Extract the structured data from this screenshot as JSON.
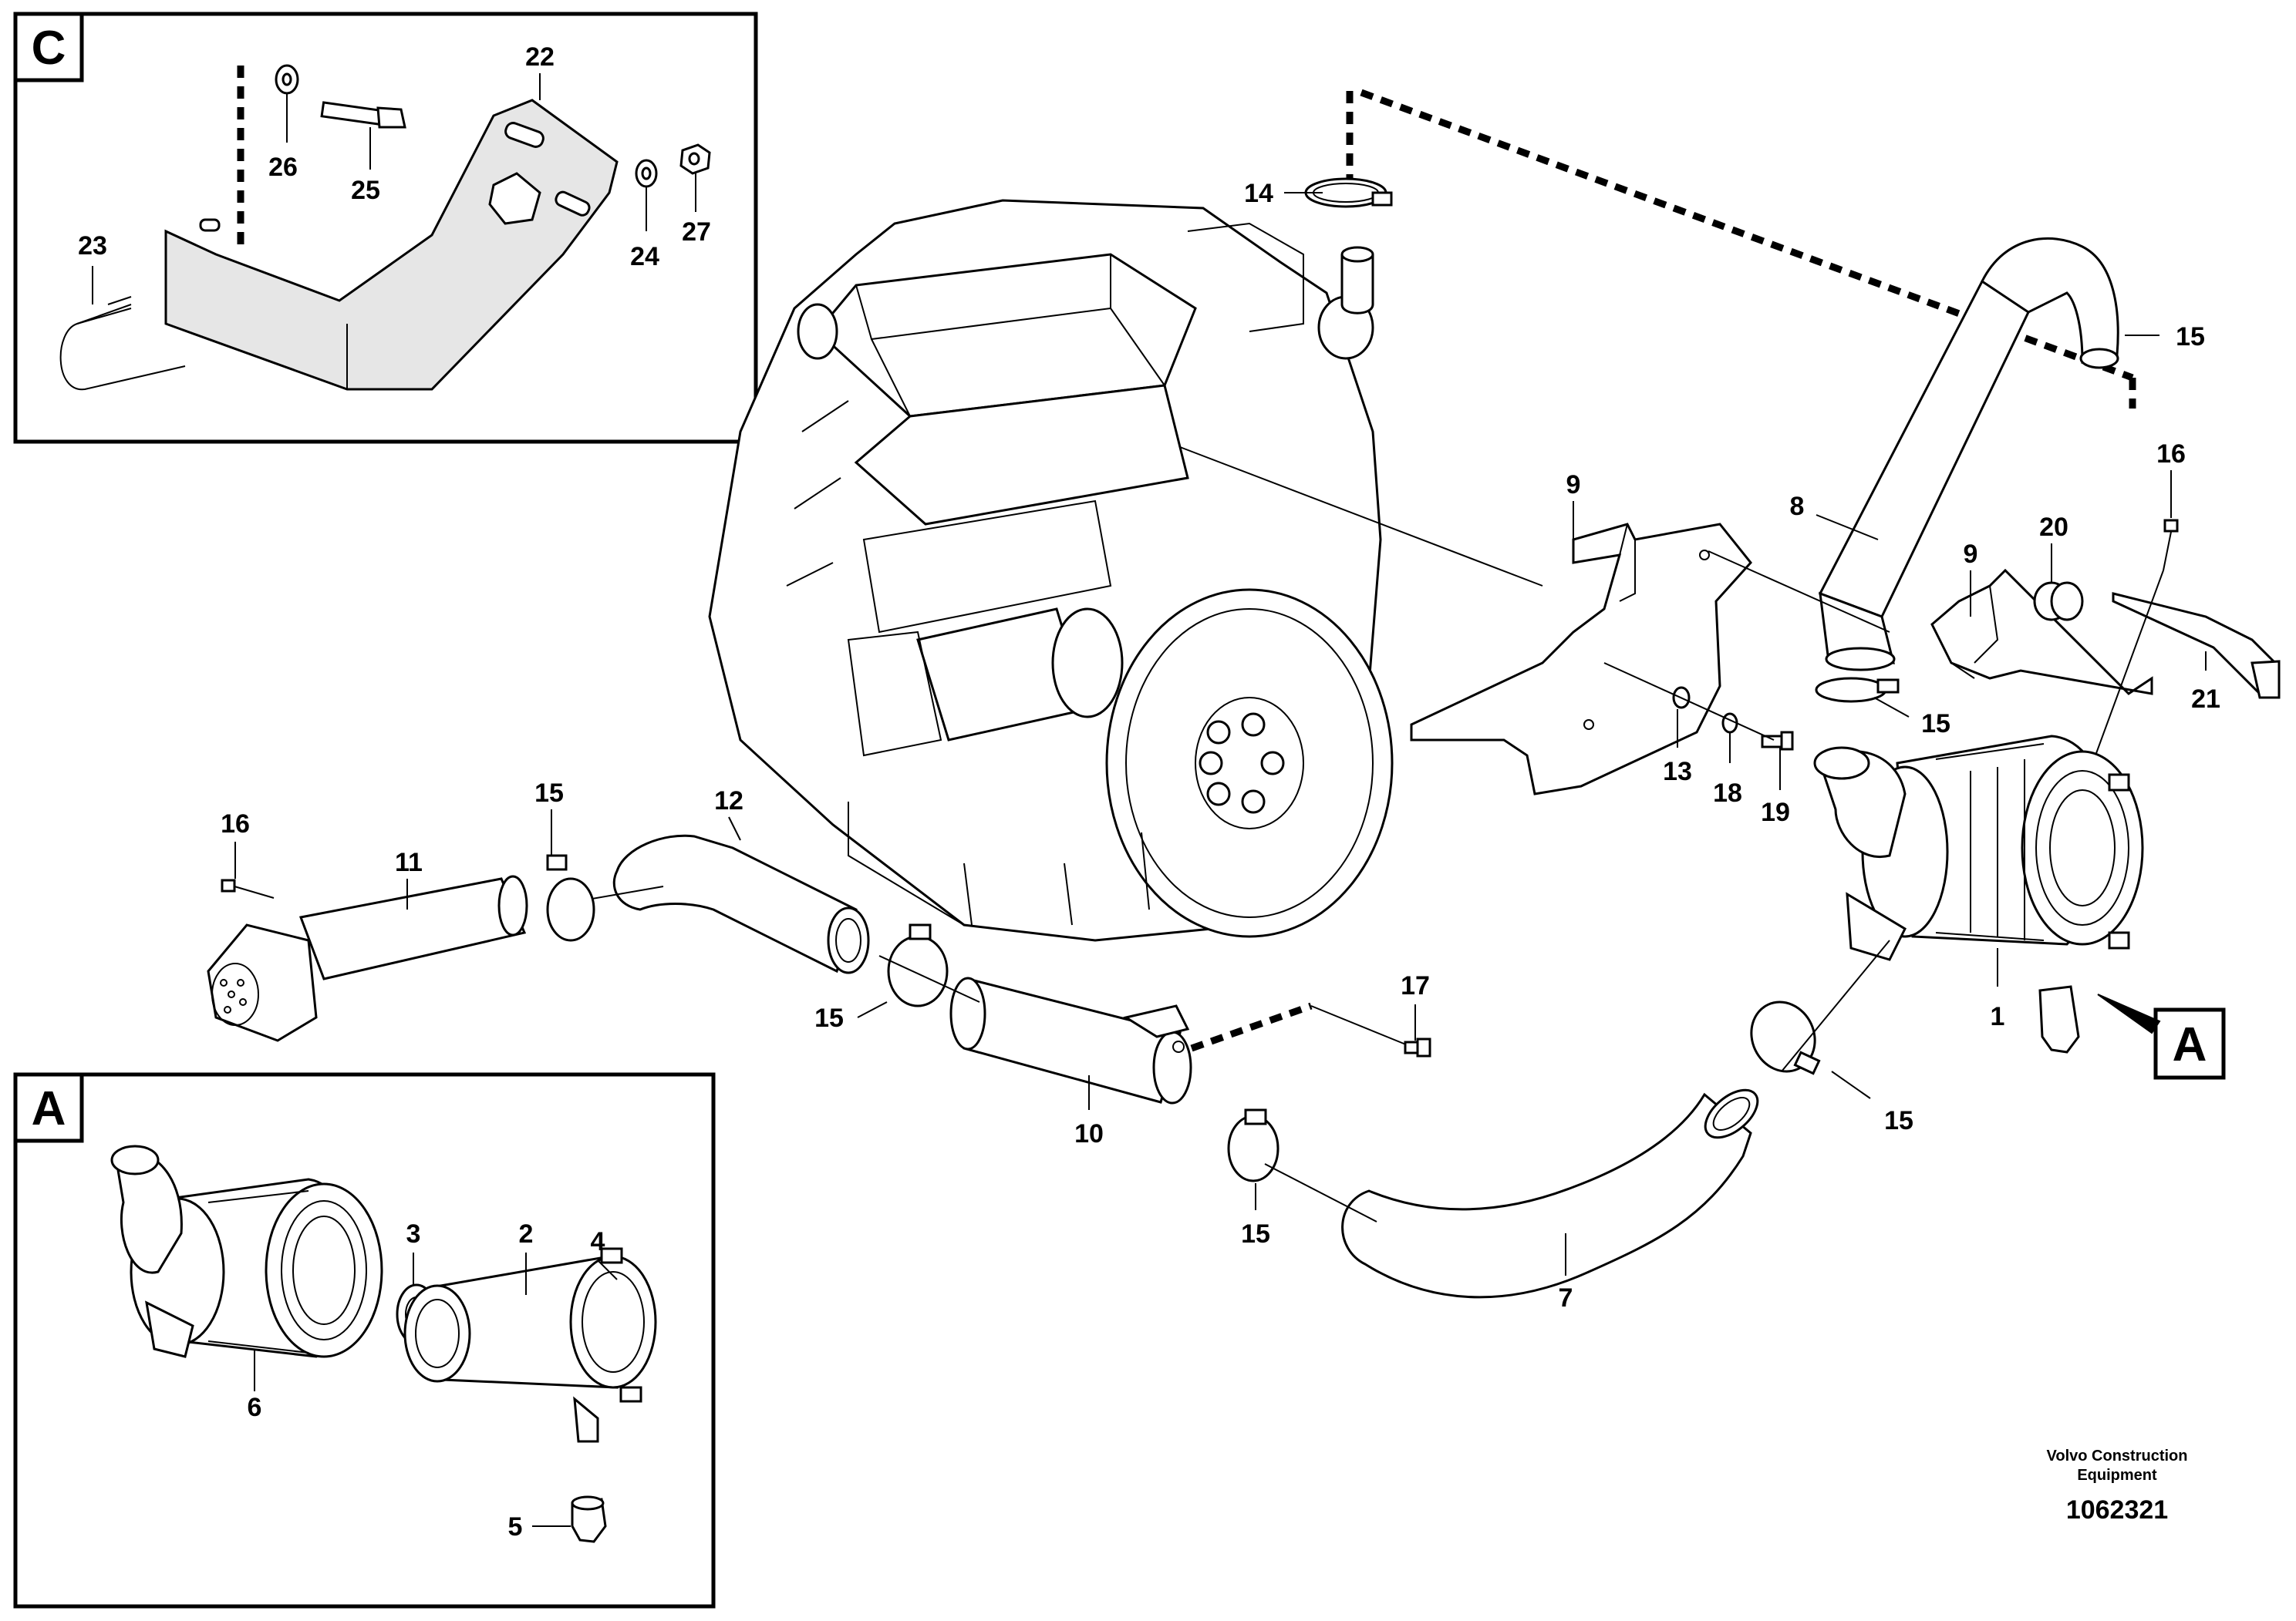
{
  "insets": {
    "c": {
      "letter": "C"
    },
    "a": {
      "letter": "A"
    }
  },
  "view_marker": {
    "letter": "A"
  },
  "callouts": {
    "c22": "22",
    "c26": "26",
    "c25": "25",
    "c24": "24",
    "c27": "27",
    "c23": "23",
    "m14": "14",
    "m15_top": "15",
    "m9_left": "9",
    "m8": "8",
    "m16_right": "16",
    "m20": "20",
    "m9_right": "9",
    "m21": "21",
    "m15_clamp_right": "15",
    "m13": "13",
    "m18": "18",
    "m19": "19",
    "m15_left": "15",
    "m12": "12",
    "m16_left": "16",
    "m11": "11",
    "m15_mid": "15",
    "m17": "17",
    "m1": "1",
    "m10": "10",
    "m15_lower": "15",
    "m15_filter": "15",
    "m7": "7",
    "a3": "3",
    "a2": "2",
    "a4": "4",
    "a6": "6",
    "a5": "5"
  },
  "footer": {
    "brand_line1": "Volvo Construction",
    "brand_line2": "Equipment",
    "doc_number": "1062321"
  }
}
